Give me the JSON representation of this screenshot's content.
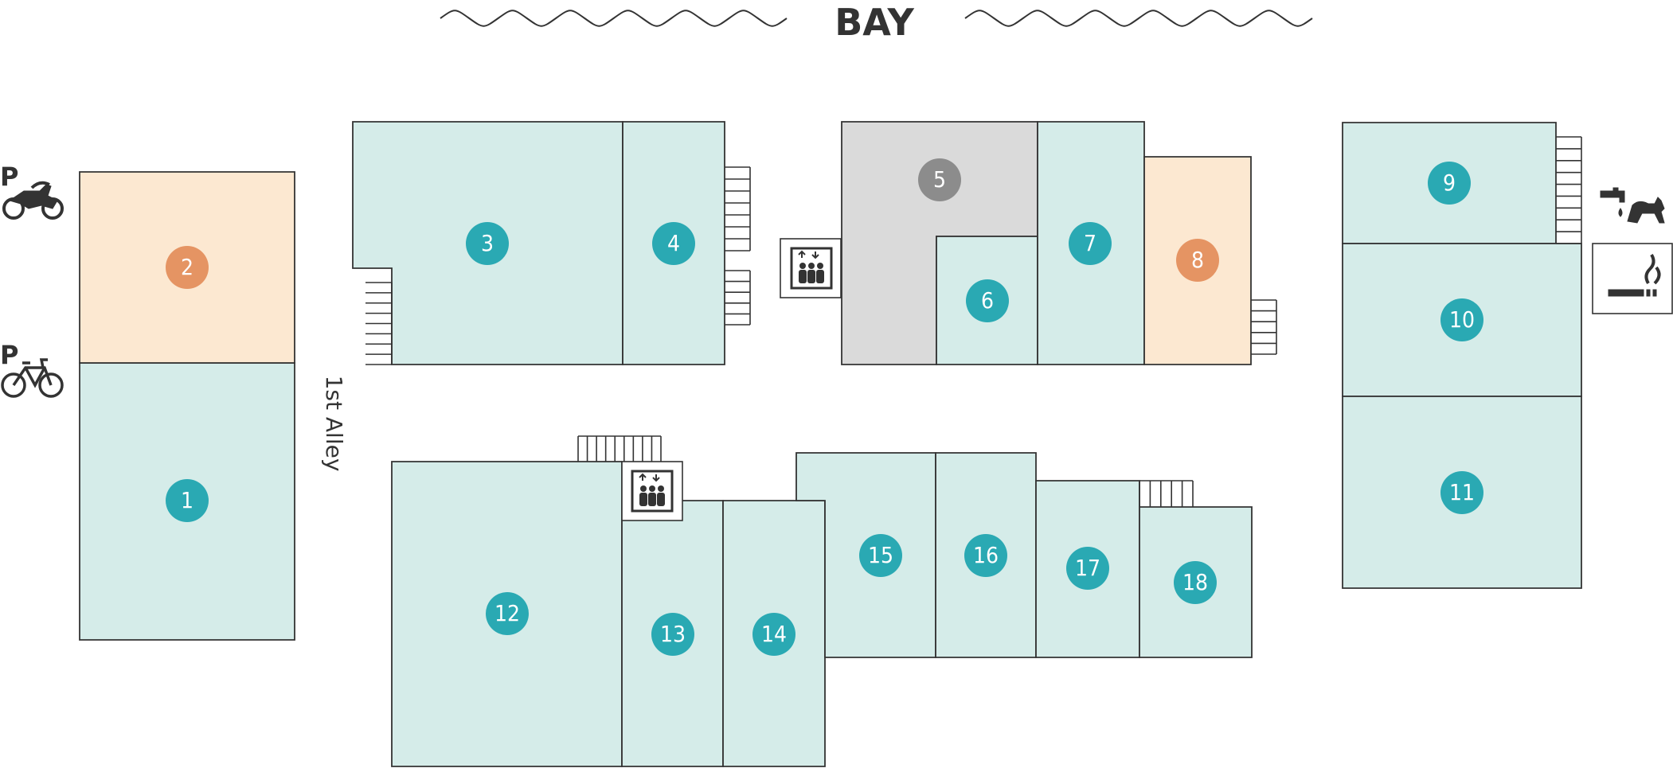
{
  "title": "BAY",
  "street_label": "1st Alley",
  "parking_label": "P",
  "colors": {
    "building": "#d5ece9",
    "highlight": "#fce8d1",
    "inactive": "#dadada",
    "marker": "#2aa9b3",
    "marker_highlight": "#e59463",
    "marker_inactive": "#8c8c8c",
    "outline": "#333333"
  },
  "icons": {
    "motorcycle_parking": "motorcycle-icon",
    "bicycle_parking": "bicycle-icon",
    "elevator": "elevator-icon",
    "pet_water": "pet-water-icon",
    "smoking_area": "smoking-area-icon"
  },
  "units": [
    {
      "id": "1",
      "status": "standard"
    },
    {
      "id": "2",
      "status": "highlight"
    },
    {
      "id": "3",
      "status": "standard"
    },
    {
      "id": "4",
      "status": "standard"
    },
    {
      "id": "5",
      "status": "inactive"
    },
    {
      "id": "6",
      "status": "standard"
    },
    {
      "id": "7",
      "status": "standard"
    },
    {
      "id": "8",
      "status": "highlight"
    },
    {
      "id": "9",
      "status": "standard"
    },
    {
      "id": "10",
      "status": "standard"
    },
    {
      "id": "11",
      "status": "standard"
    },
    {
      "id": "12",
      "status": "standard"
    },
    {
      "id": "13",
      "status": "standard"
    },
    {
      "id": "14",
      "status": "standard"
    },
    {
      "id": "15",
      "status": "standard"
    },
    {
      "id": "16",
      "status": "standard"
    },
    {
      "id": "17",
      "status": "standard"
    },
    {
      "id": "18",
      "status": "standard"
    }
  ]
}
